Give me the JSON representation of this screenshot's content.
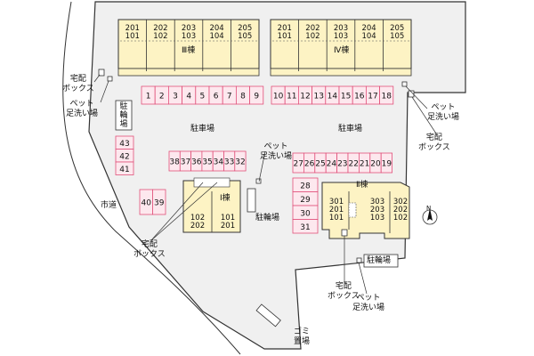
{
  "buildings": {
    "III": {
      "label": "Ⅲ棟",
      "units_top": [
        "201",
        "202",
        "203",
        "204",
        "205"
      ],
      "units_bottom": [
        "101",
        "102",
        "103",
        "104",
        "105"
      ]
    },
    "IV": {
      "label": "Ⅳ棟",
      "units_top": [
        "201",
        "202",
        "203",
        "204",
        "205"
      ],
      "units_bottom": [
        "101",
        "102",
        "103",
        "104",
        "105"
      ]
    },
    "I": {
      "label": "Ⅰ棟",
      "units_left": [
        "102",
        "202"
      ],
      "units_right": [
        "101",
        "201"
      ]
    },
    "II": {
      "label": "Ⅱ棟",
      "units_left": [
        "301",
        "201",
        "101"
      ],
      "units_mid": [
        "303",
        "203",
        "103"
      ],
      "units_right": [
        "302",
        "202",
        "102"
      ]
    }
  },
  "parking": {
    "row_a": [
      "1",
      "2",
      "3",
      "4",
      "5",
      "6",
      "7",
      "8",
      "9"
    ],
    "row_b": [
      "10",
      "11",
      "12",
      "13",
      "14",
      "15",
      "16",
      "17",
      "18"
    ],
    "row_c": [
      "38",
      "37",
      "36",
      "35",
      "34",
      "33",
      "32"
    ],
    "row_d": [
      "27",
      "26",
      "25",
      "24",
      "23",
      "22",
      "21",
      "20",
      "19"
    ],
    "col_left": [
      "43",
      "42",
      "41"
    ],
    "pair": [
      "40",
      "39"
    ],
    "col_right": [
      "28",
      "29",
      "30",
      "31"
    ]
  },
  "labels": {
    "parking_lot_left": "駐車場",
    "parking_lot_right": "駐車場",
    "bike_left": "駐輪場",
    "bike_mid": "駐輪場",
    "bike_right": "駐輪場",
    "city_road": "市道",
    "delivery_box_1": "宅配\nボックス",
    "pet_wash_1": "ペット\n足洗い場",
    "pet_wash_2": "ペット\n足洗い場",
    "delivery_box_2": "宅配\nボックス",
    "pet_wash_3": "ペット\n足洗い場",
    "delivery_box_3": "宅配\nボックス",
    "delivery_box_4": "宅配\nボックス",
    "pet_wash_4": "ペット\n足洗い場",
    "garbage": "ゴミ\n置場",
    "north": "N"
  },
  "colors": {
    "building_fill": "#fdf3c4",
    "parking_stroke": "#e0507a",
    "parking_fill": "#fde8ee",
    "site_fill": "#f0f0f0",
    "outline": "#333333"
  }
}
